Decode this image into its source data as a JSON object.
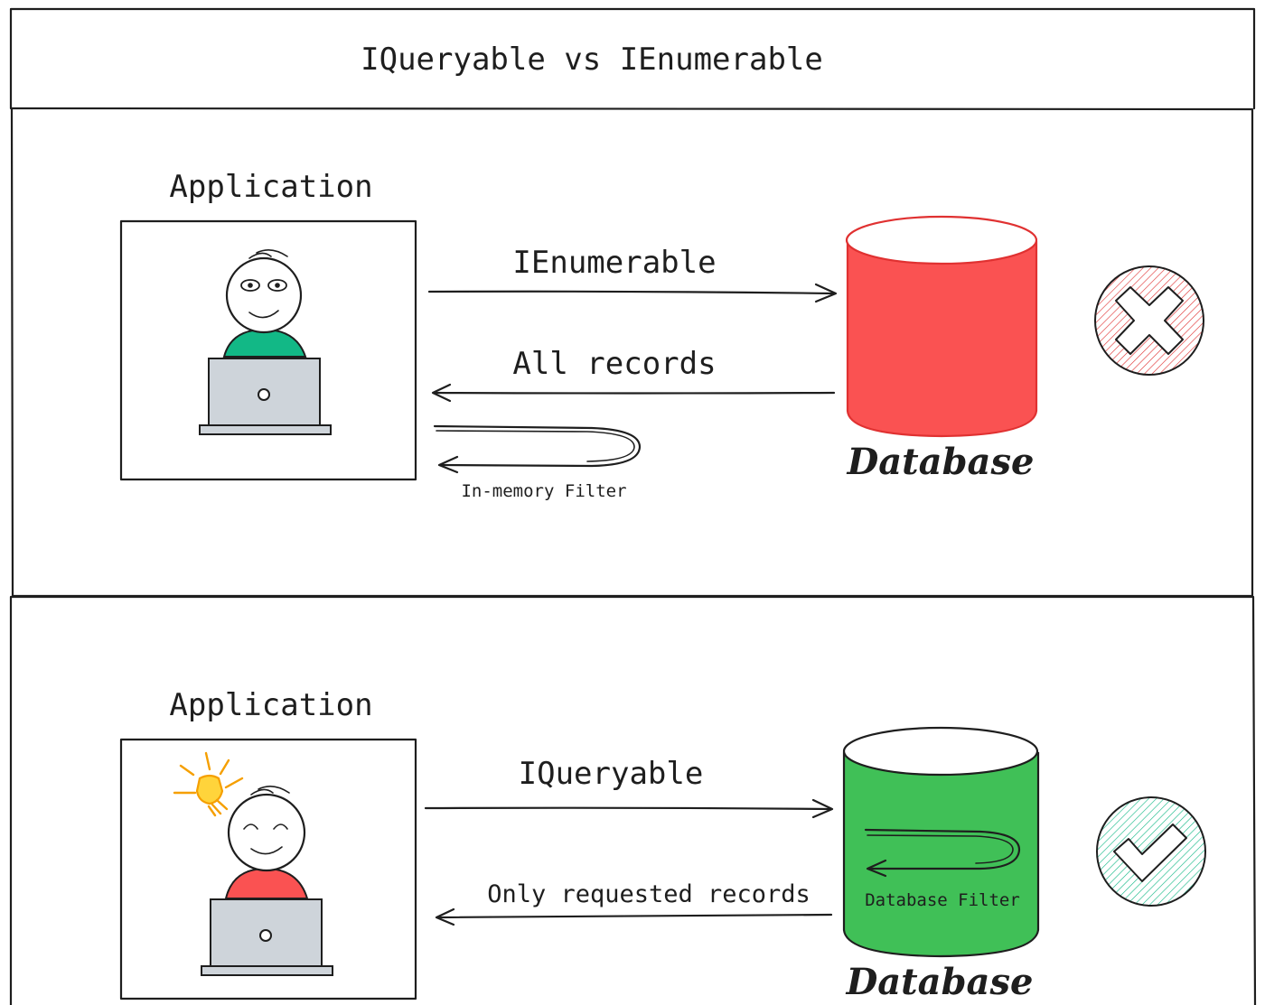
{
  "title": "IQueryable vs IEnumerable",
  "top_panel": {
    "app_label": "Application",
    "request_label": "IEnumerable",
    "response_label": "All records",
    "filter_label": "In-memory Filter",
    "db_label": "Database",
    "db_color": "#fa5252",
    "status_icon": "x-icon",
    "status_color": "#e03131"
  },
  "bottom_panel": {
    "app_label": "Application",
    "request_label": "IQueryable",
    "response_label": "Only requested records",
    "filter_label": "Database Filter",
    "db_label": "Database",
    "db_color": "#40c057",
    "status_icon": "check-icon",
    "status_color": "#12b886"
  }
}
